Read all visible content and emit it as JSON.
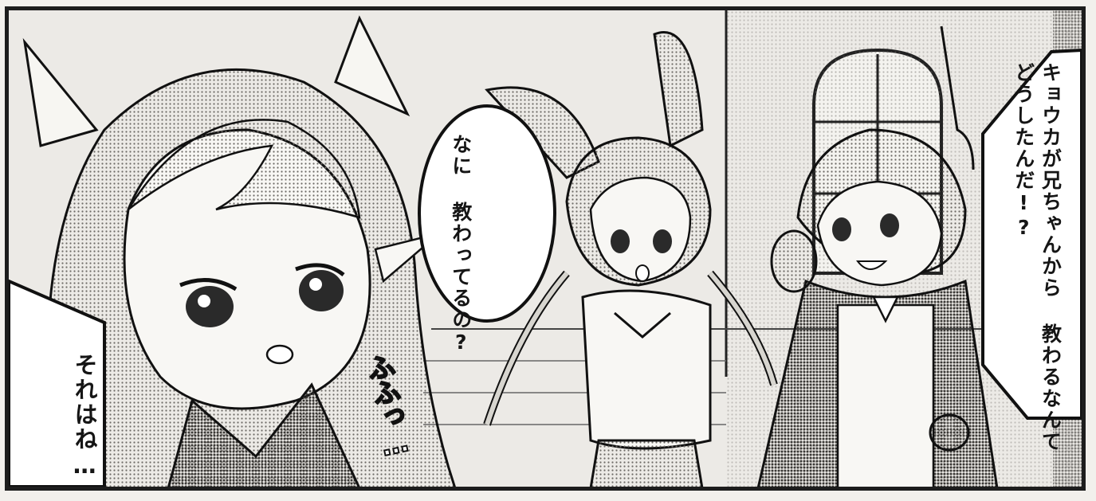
{
  "panel": {
    "bubbles": [
      {
        "id": "bubble-1",
        "lines": [
          "なに",
          "教わってるの?"
        ]
      },
      {
        "id": "bubble-2",
        "lines": [
          "キョウカが兄ちゃんから",
          "教わるなんて",
          "どうしたんだ!?"
        ]
      }
    ],
    "narration": {
      "text": "それはね…"
    },
    "sfx": {
      "text": "ふふっ…"
    }
  },
  "colors": {
    "ink": "#1d1d1d",
    "paper": "#ecebe7",
    "screentone": "#b9b6b0"
  }
}
